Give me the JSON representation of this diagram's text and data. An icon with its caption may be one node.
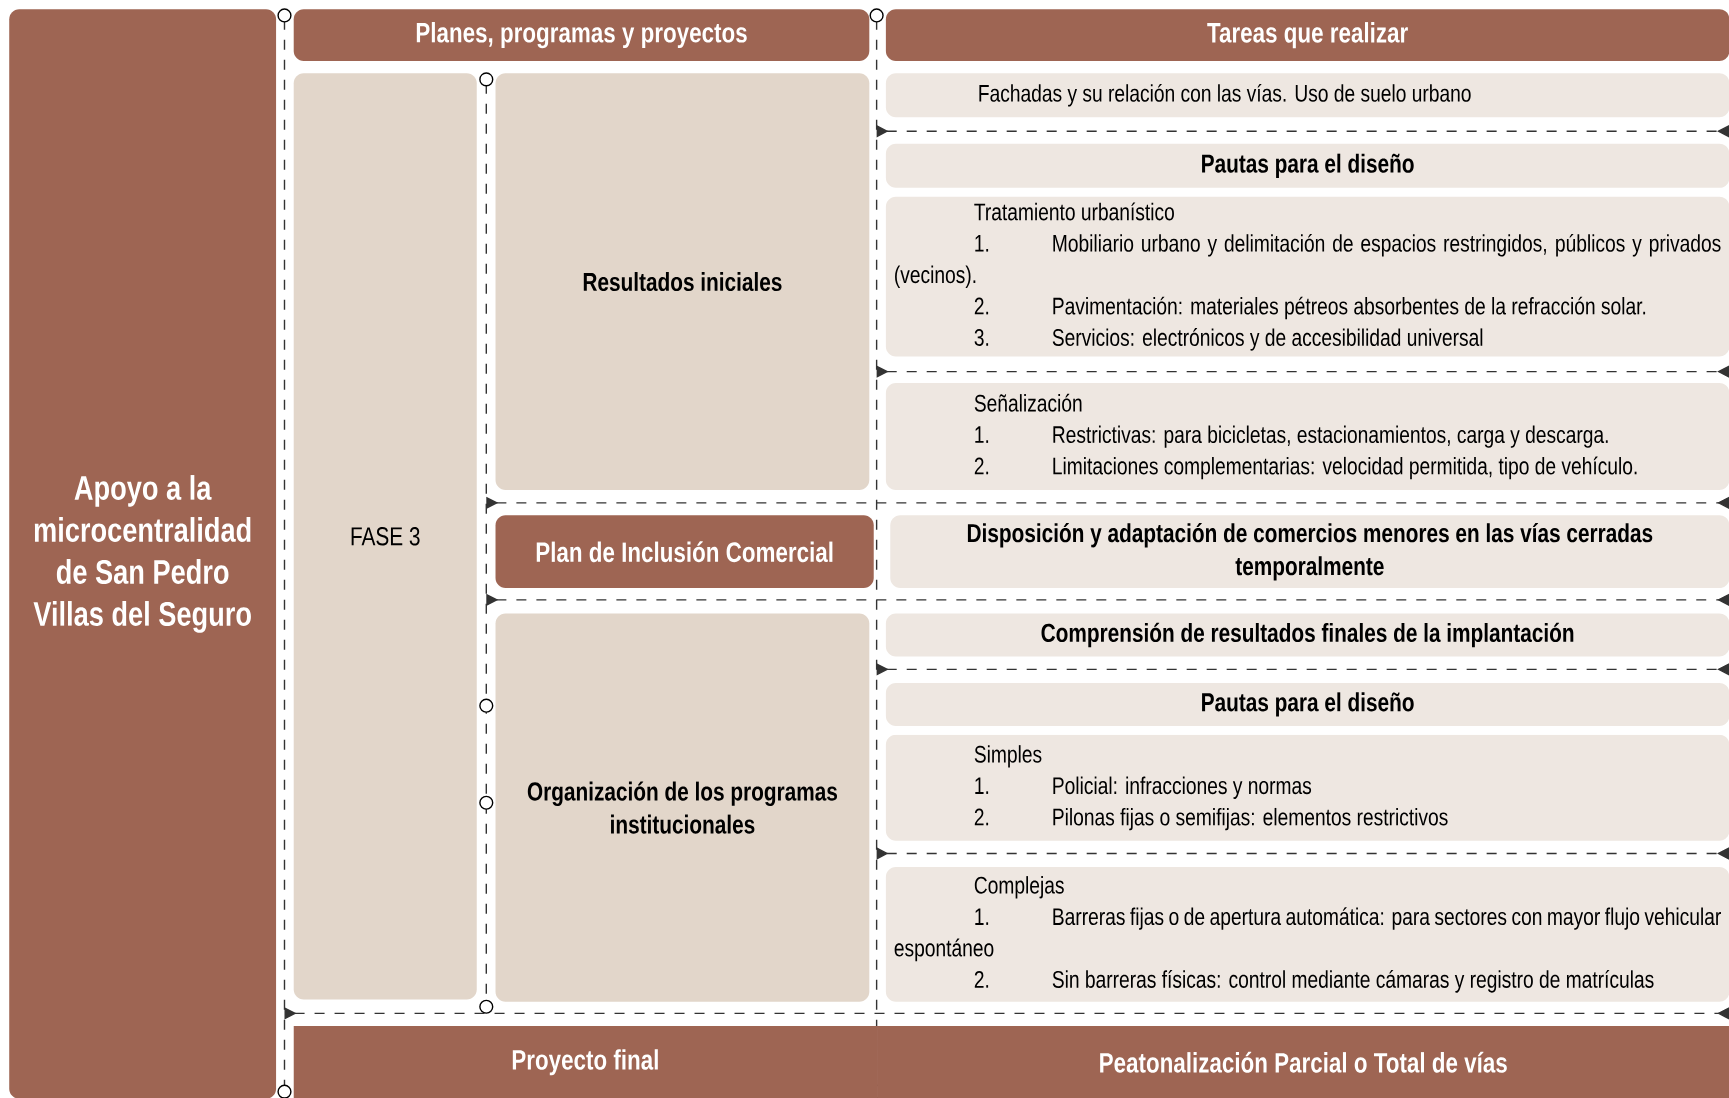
{
  "diagram": {
    "nodes": [
      {
        "text": [
          "Apoyo a la microcentralidad de San Pedro Villas del Seguro"
        ]
      },
      {
        "text": [
          "Planes, programas y proyectos"
        ]
      },
      {
        "text": [
          "Tareas que realizar"
        ]
      },
      {
        "text": [
          "FASE 3"
        ]
      },
      {
        "text": [
          "Resultados iniciales"
        ]
      },
      {
        "text": [
          "Fachadas y su relación con las vías. Uso de suelo urbano"
        ]
      },
      {
        "text": [
          "Pautas para el diseño"
        ]
      },
      {
        "text": [
          "Tratamiento urbanístico",
          "1.",
          "Mobiliario urbano y delimitación de espacios restringidos, públicos y privados (vecinos).",
          "2.",
          "Pavimentación: materiales pétreos absorbentes de la refracción solar.",
          "3.",
          "Servicios: electrónicos y de accesibilidad universal"
        ]
      },
      {
        "text": [
          "Señalización",
          "1.",
          "Restrictivas: para bicicletas, estacionamientos, carga y descarga.",
          "2.",
          "Limitaciones complementarias: velocidad permitida, tipo de vehículo."
        ]
      },
      {
        "text": [
          "Plan de Inclusión Comercial"
        ]
      },
      {
        "text": [
          "Disposición y adaptación de comercios menores en las vías cerradas temporalmente"
        ]
      },
      {
        "text": [
          "Organización de los programas institucionales"
        ]
      },
      {
        "text": [
          "Comprensión de resultados finales de la implantación"
        ]
      },
      {
        "text": [
          "Pautas para el diseño"
        ]
      },
      {
        "text": [
          "Simples",
          "1.",
          "Policial: infracciones y normas",
          "2.",
          "Pilonas fijas o semifijas: elementos restrictivos"
        ]
      },
      {
        "text": [
          "Complejas",
          "1.",
          "Barreras fijas o de apertura automática: para sectores con mayor flujo vehicular espontáneo",
          "2.",
          "Sin barreras físicas: control mediante cámaras y registro de matrículas"
        ]
      },
      {
        "text": [
          "Proyecto final"
        ]
      },
      {
        "text": [
          "Peatonalización Parcial o Total de vías"
        ]
      }
    ]
  }
}
